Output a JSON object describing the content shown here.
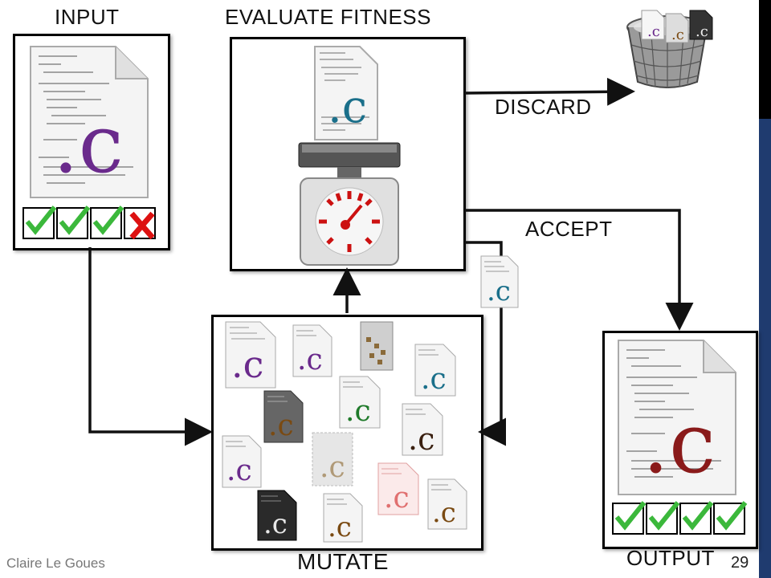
{
  "labels": {
    "input": "INPUT",
    "evaluate": "EVALUATE FITNESS",
    "discard": "DISCARD",
    "accept": "ACCEPT",
    "mutate": "MUTATE",
    "output": "OUTPUT"
  },
  "file_icon_text": ".c",
  "footer": {
    "author": "Claire Le Goues",
    "page": "29"
  },
  "input_checks": [
    "pass",
    "pass",
    "pass",
    "fail"
  ],
  "output_checks": [
    "pass",
    "pass",
    "pass",
    "pass"
  ],
  "colors": {
    "purple": "#6a2a8c",
    "teal": "#1a6f8a",
    "green": "#1f7a2a",
    "brown": "#7a4a12",
    "pink": "#e07070",
    "scale_red": "#cc1111",
    "check_green": "#3bb83b",
    "cross_red": "#dd1111",
    "sidebar_blue": "#1f3b6f"
  }
}
